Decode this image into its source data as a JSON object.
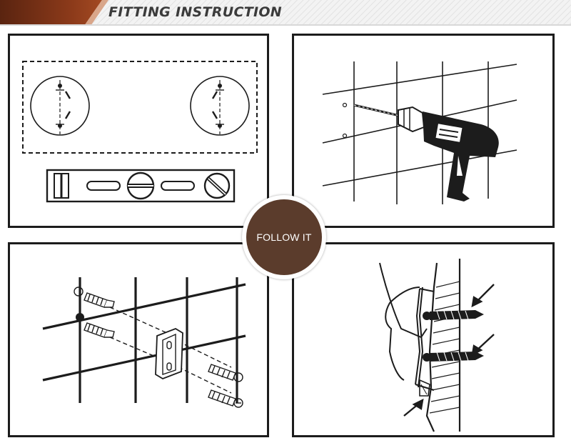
{
  "header": {
    "title": "FITTING INSTRUCTION"
  },
  "badge": {
    "label": "FOLLOW IT"
  },
  "colors": {
    "accent": "#8c3a1a",
    "badge": "#5b3c2c",
    "line": "#1c1c1c"
  },
  "panels": [
    {
      "id": "step-level-marking",
      "icon": "spirit-level-icon"
    },
    {
      "id": "step-drilling",
      "icon": "drill-icon"
    },
    {
      "id": "step-anchor-screws",
      "icon": "wall-plug-icon"
    },
    {
      "id": "step-mounting",
      "icon": "screw-icon"
    }
  ]
}
